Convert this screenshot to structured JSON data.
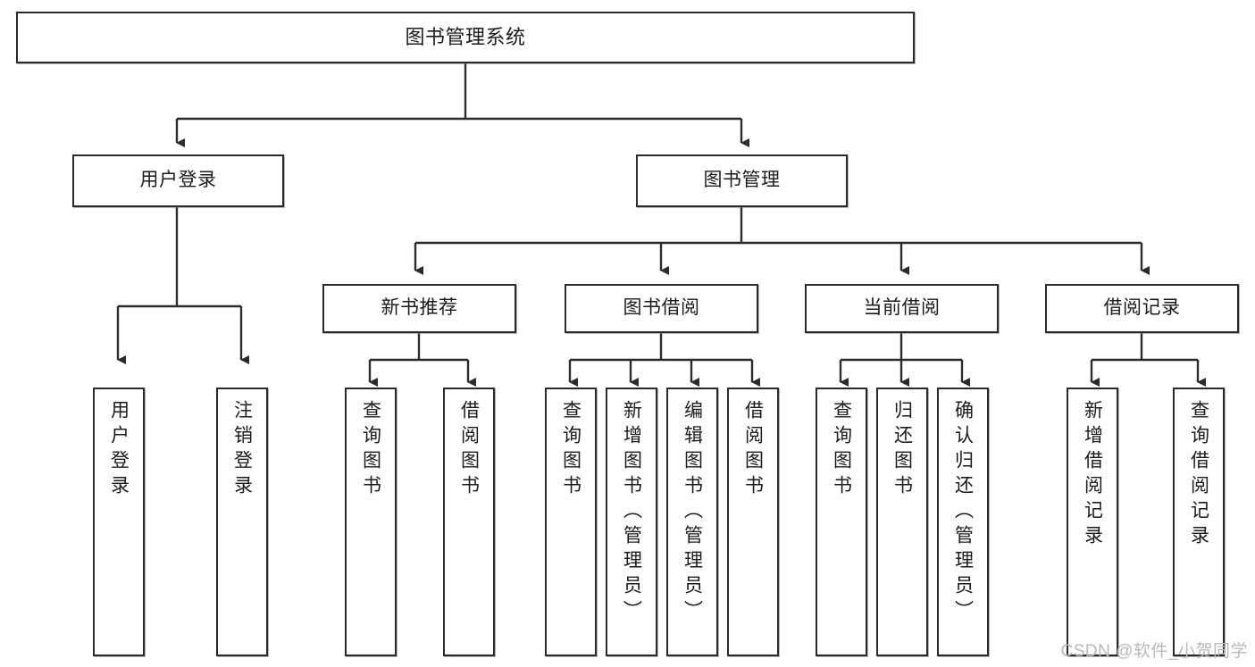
{
  "diagram": {
    "title": "图书管理系统",
    "type": "tree",
    "watermark": "CSDN @软件_小贺同学",
    "colors": {
      "box_border": "#2b2b2b",
      "box_fill": "#ffffff",
      "line": "#2b2b2b",
      "text": "#1b1b1b",
      "watermark": "#b9b9b9",
      "background": "#ffffff"
    },
    "levels": {
      "root": {
        "label": "图书管理系统"
      },
      "level1": [
        {
          "label": "用户登录"
        },
        {
          "label": "图书管理"
        }
      ],
      "level2": [
        {
          "label": "新书推荐"
        },
        {
          "label": "图书借阅"
        },
        {
          "label": "当前借阅"
        },
        {
          "label": "借阅记录"
        }
      ],
      "leaves": {
        "user_login": [
          {
            "label": "用户登录"
          },
          {
            "label": "注销登录"
          }
        ],
        "new_book_recommend": [
          {
            "label": "查询图书"
          },
          {
            "label": "借阅图书"
          }
        ],
        "book_borrow": [
          {
            "label": "查询图书"
          },
          {
            "label": "新增图书（管理员）"
          },
          {
            "label": "编辑图书（管理员）"
          },
          {
            "label": "借阅图书"
          }
        ],
        "current_borrow": [
          {
            "label": "查询图书"
          },
          {
            "label": "归还图书"
          },
          {
            "label": "确认归还（管理员）"
          }
        ],
        "borrow_record": [
          {
            "label": "新增借阅记录"
          },
          {
            "label": "查询借阅记录"
          }
        ]
      }
    }
  }
}
